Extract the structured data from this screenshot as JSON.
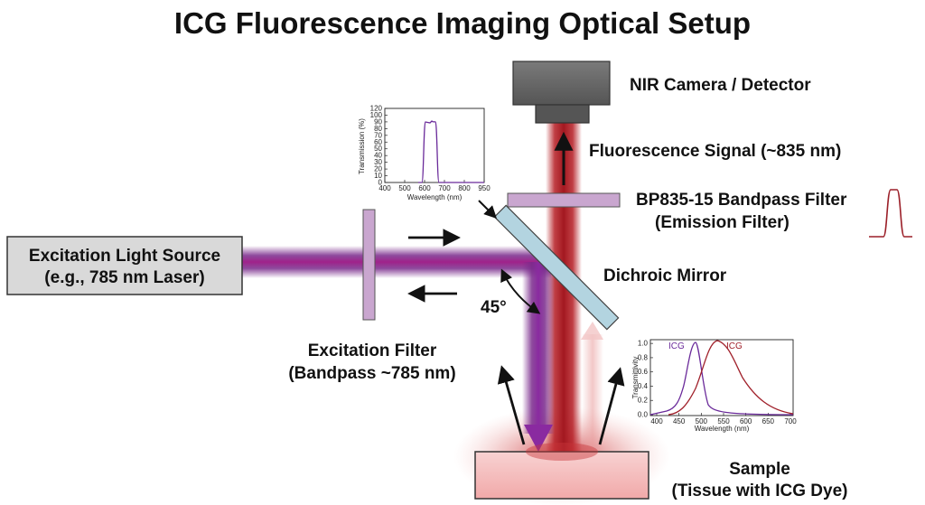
{
  "title": "ICG Fluorescence Imaging Optical Setup",
  "labels": {
    "camera": "NIR Camera / Detector",
    "signal": "Fluorescence Signal (~835 nm)",
    "emission_filter_line1": "BP835-15 Bandpass Filter",
    "emission_filter_line2": "(Emission Filter)",
    "dichroic": "Dichroic Mirror",
    "source_line1": "Excitation Light Source",
    "source_line2": "(e.g., 785 nm Laser)",
    "excitation_filter_line1": "Excitation Filter",
    "excitation_filter_line2": "(Bandpass ~785 nm)",
    "angle": "45°",
    "sample_line1": "Sample",
    "sample_line2": "(Tissue with ICG Dye)"
  },
  "colors": {
    "excitation_beam": "#7a2a8c",
    "fluorescence_beam": "#b51d24",
    "filter": "#c9a6cf",
    "mirror": "#b3d4e0",
    "camera": "#666666",
    "source_box": "#d9d9d9",
    "sample": "#f4bcbc"
  },
  "transmission_plot": {
    "ylabel": "Transmission (%)",
    "xlabel": "Wavelength (nm)",
    "x_ticks": [
      "400",
      "500",
      "600",
      "700",
      "800",
      "950"
    ],
    "y_ticks": [
      "0",
      "10",
      "20",
      "30",
      "40",
      "50",
      "60",
      "70",
      "80",
      "90",
      "100",
      "120"
    ]
  },
  "spectra_plot": {
    "ylabel": "Transmittivity",
    "xlabel": "Wavelength (nm)",
    "x_ticks": [
      "400",
      "450",
      "500",
      "550",
      "600",
      "650",
      "700"
    ],
    "y_ticks": [
      "0.0",
      "0.2",
      "0.4",
      "0.6",
      "0.8",
      "1.0"
    ],
    "series_labels": [
      "ICG",
      "ICG"
    ]
  }
}
